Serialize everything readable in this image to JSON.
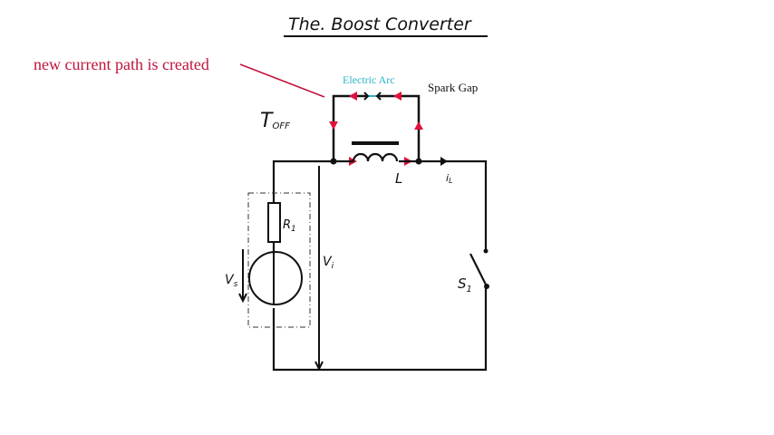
{
  "title": "The. Boost Converter",
  "annotation": "new current path is created",
  "labels": {
    "electric_arc": "Electric Arc",
    "spark_gap": "Spark Gap",
    "t_off_main": "T",
    "t_off_sub": "OFF",
    "inductor": "L",
    "current_main": "i",
    "current_sub": "L",
    "resistor_main": "R",
    "resistor_sub": "1",
    "source_voltage_main": "V",
    "source_voltage_sub": "s",
    "input_voltage_main": "V",
    "input_voltage_sub": "i",
    "switch_main": "S",
    "switch_sub": "1"
  },
  "colors": {
    "annotation": "#c0143c",
    "arrow": "#e0103a",
    "arc": "#2bb3c8",
    "wire": "#111111"
  }
}
